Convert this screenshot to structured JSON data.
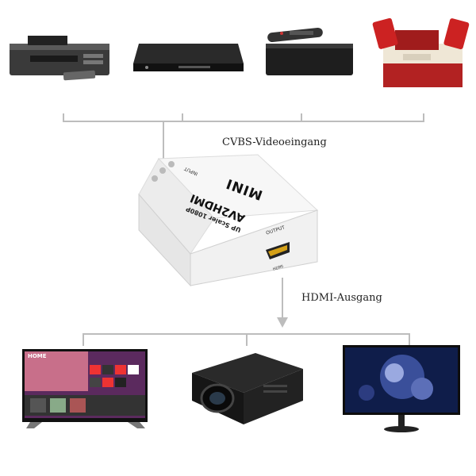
{
  "labels": {
    "input": "CVBS-Videoeingang",
    "output": "HDMI-Ausgang"
  },
  "converter": {
    "brand": "MINI",
    "model": "AV2HDMI",
    "subtitle": "UP Scaler 1080P",
    "input_port": "INPUT",
    "output_port": "OUTPUT",
    "hdmi_port": "HDMI"
  },
  "tv_screen": {
    "home": "HOME"
  },
  "sources": [
    "vcr-with-remote",
    "dvd-player",
    "set-top-box-with-remote",
    "retro-game-console"
  ],
  "outputs": [
    "smart-tv",
    "projector",
    "monitor"
  ],
  "colors": {
    "connector_line": "#bdbdbd",
    "converter_body": "#f4f4f4"
  }
}
